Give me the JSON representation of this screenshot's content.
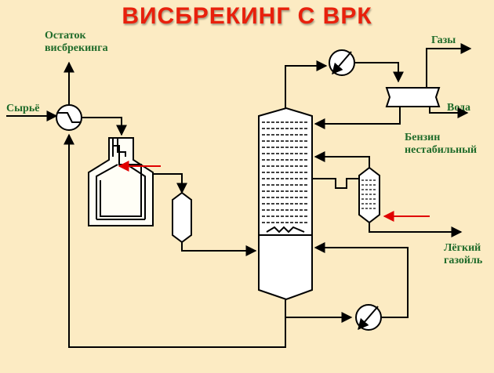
{
  "title": "ВИСБРЕКИНГ С ВРК",
  "labels": {
    "residue_line1": "Остаток",
    "residue_line2": "висбрекинга",
    "feed": "Сырьё",
    "gases": "Газы",
    "water": "Вода",
    "gasoline_line1": "Бензин",
    "gasoline_line2": "нестабильный",
    "gasoil_line1": "Лёгкий",
    "gasoil_line2": "газойль"
  },
  "colors": {
    "background": "#fcebc3",
    "title": "#e8200c",
    "label": "#1f6b2a",
    "line": "#000000",
    "heat_arrow": "#e00000"
  }
}
